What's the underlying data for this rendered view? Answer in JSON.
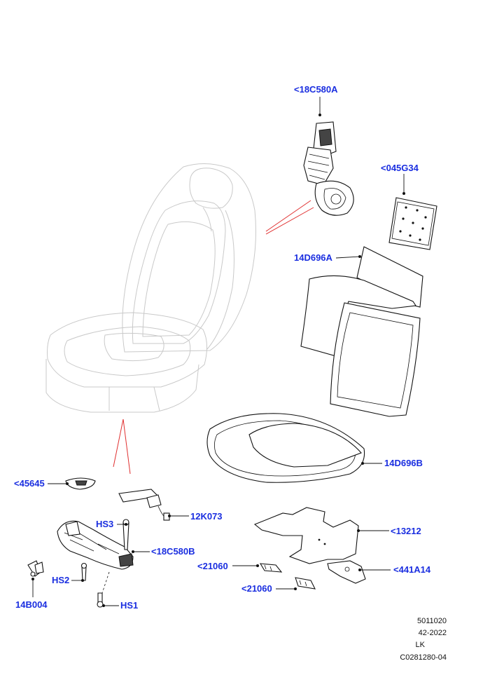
{
  "callouts": {
    "harness_upper": "<18C580A",
    "module_045g34": "<045G34",
    "heater_back": "14D696A",
    "heater_cushion": "14D696B",
    "sensor_45645": "<45645",
    "connector_12k073": "12K073",
    "harness_lower": "<18C580B",
    "pad_13212": "<13212",
    "clip_21060_a": "<21060",
    "clip_21060_b": "<21060",
    "bracket_441a14": "<441A14",
    "bracket_14b004": "14B004",
    "screw_hs1": "HS1",
    "screw_hs2": "HS2",
    "screw_hs3": "HS3"
  },
  "footer": {
    "line1": "5011020",
    "line2": "42-2022",
    "line3": "LK",
    "line4": "C0281280-04"
  },
  "colors": {
    "callout_text": "#1a2ee0",
    "pointer_lines": "#e03030",
    "seat_outline": "#c9c9c9",
    "part_outline": "#111111"
  }
}
